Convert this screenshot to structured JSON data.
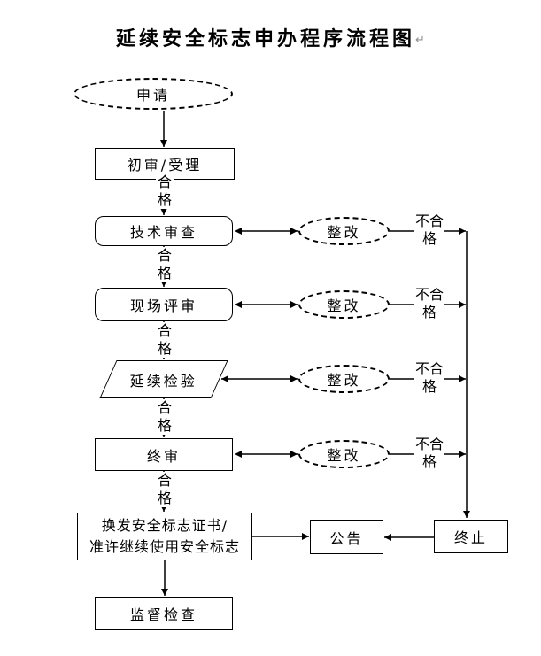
{
  "title": {
    "text": "延续安全标志申办程序流程图",
    "paragraph_mark": "↵"
  },
  "nodes": {
    "apply": "申请",
    "initial_review": "初审/受理",
    "reissue_line1": "换发安全标志证书/",
    "reissue_line2": "准许继续使用安全标志",
    "announcement": "公告",
    "termination": "终止",
    "supervision": "监督检查"
  },
  "review_rows": [
    {
      "label": "技术审查",
      "rectify": "整改",
      "fail": "不合格",
      "shape": "rounded-rect"
    },
    {
      "label": "现场评审",
      "rectify": "整改",
      "fail": "不合格",
      "shape": "rounded-rect"
    },
    {
      "label": "延续检验",
      "rectify": "整改",
      "fail": "不合格",
      "shape": "parallelogram"
    },
    {
      "label": "终审",
      "rectify": "整改",
      "fail": "不合格",
      "shape": "rect"
    }
  ],
  "labels": {
    "pass": "合格"
  },
  "colors": {
    "line": "#000000",
    "background": "#ffffff",
    "paragraph_mark": "#909090"
  }
}
